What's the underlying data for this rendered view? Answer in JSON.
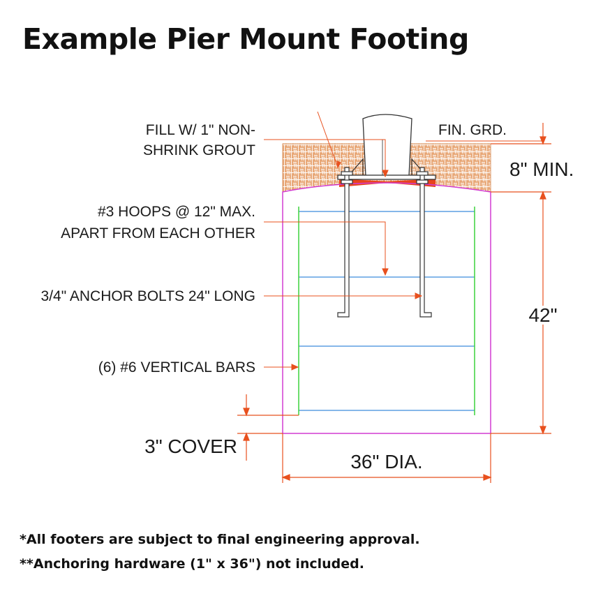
{
  "title": "Example Pier Mount Footing",
  "labels": {
    "fill_line1": "FILL W/ 1\" NON-",
    "fill_line2": "SHRINK GROUT",
    "fin_grd": "FIN. GRD.",
    "min_depth": "8\" MIN.",
    "hoops_line1": "#3 HOOPS @ 12\" MAX.",
    "hoops_line2": "APART FROM EACH OTHER",
    "anchor_bolts": "3/4\" ANCHOR BOLTS 24\" LONG",
    "depth": "42\"",
    "vertical_bars": "(6) #6 VERTICAL BARS",
    "cover": "3\" COVER",
    "diameter": "36\" DIA."
  },
  "notes": [
    "*All footers are subject to final engineering approval.",
    "**Anchoring hardware (1\" x 36\") not included."
  ],
  "colors": {
    "dimension": "#e8501e",
    "footing_outline": "#d23cd2",
    "vertical_bars": "#3cd23c",
    "hoops": "#3c8cdc",
    "grout": "#e8431c",
    "soil": "#e8a878",
    "soil_hatch": "#ffffff",
    "steel": "#333333"
  }
}
